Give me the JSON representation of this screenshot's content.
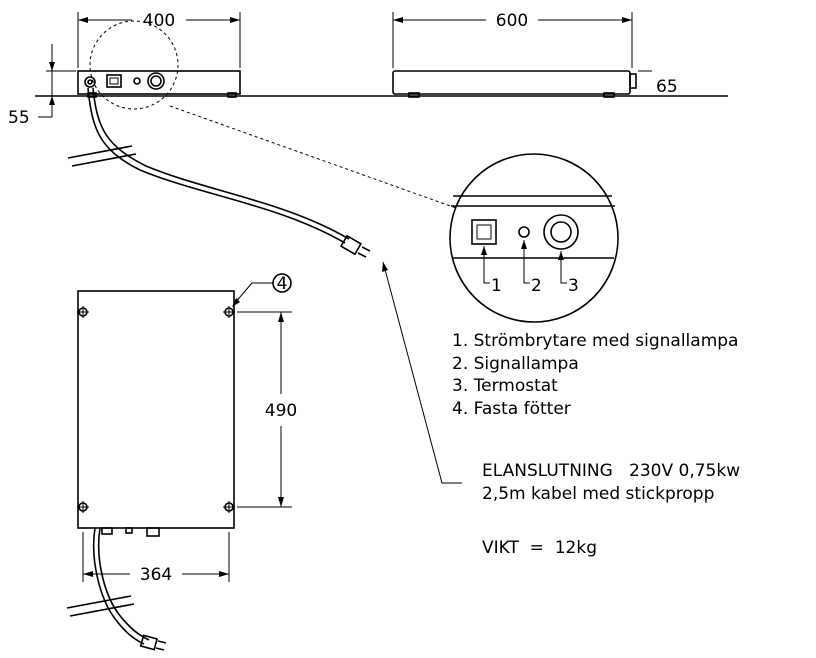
{
  "dimensions": {
    "width_top": "400",
    "length_top": "600",
    "height_side": "65",
    "height_front": "55",
    "foot_spacing_long": "490",
    "foot_spacing_short": "364"
  },
  "callout": {
    "n1": "1",
    "n2": "2",
    "n3": "3",
    "n4": "4"
  },
  "legend": {
    "items": [
      "1. Strömbrytare med signallampa",
      "2. Signallampa",
      "3. Termostat",
      "4. Fasta fötter"
    ]
  },
  "specs": {
    "line1": "ELANSLUTNING   230V 0,75kw",
    "line2": "2,5m kabel med stickpropp",
    "weight": "VIKT  =  12kg"
  }
}
